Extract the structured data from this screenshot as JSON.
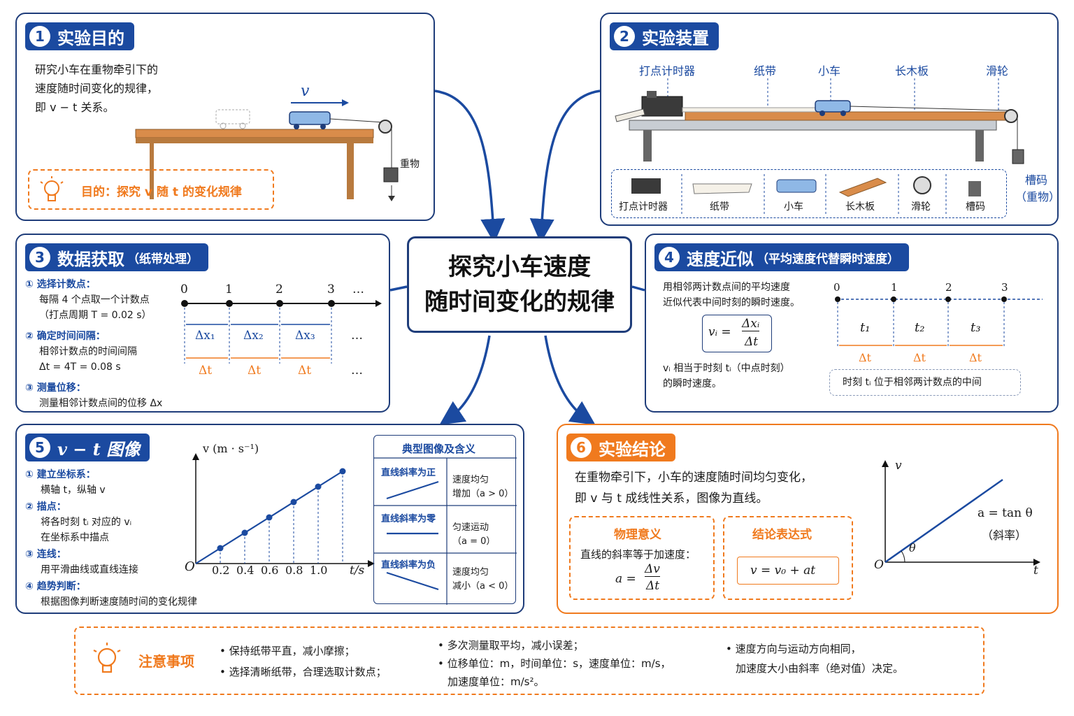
{
  "center": {
    "line1": "探究小车速度",
    "line2": "随时间变化的规律"
  },
  "s1": {
    "num": "1",
    "title": "实验目的",
    "text1": "研究小车在重物牵引下的",
    "text2": "速度随时间变化的规律，",
    "text3": "即 v − t 关系。",
    "v_label": "v",
    "weight_label": "重物",
    "goal": "目的：探究 v 随 t 的变化规律"
  },
  "s2": {
    "num": "2",
    "title": "实验装置",
    "labels": [
      "打点计时器",
      "纸带",
      "小车",
      "长木板",
      "滑轮"
    ],
    "weight1": "槽码",
    "weight2": "（重物）",
    "parts": [
      "打点计时器",
      "纸带",
      "小车",
      "长木板",
      "滑轮",
      "槽码"
    ]
  },
  "s3": {
    "num": "3",
    "title": "数据获取",
    "sub": "（纸带处理）",
    "h1": "① 选择计数点：",
    "t1a": "每隔 4 个点取一个计数点",
    "t1b": "（打点周期 T = 0.02 s）",
    "h2": "② 确定时间间隔：",
    "t2a": "相邻计数点的时间间隔",
    "t2b": "Δt = 4T = 0.08 s",
    "h3": "③ 测量位移：",
    "t3a": "测量相邻计数点间的位移 Δx",
    "ticks": [
      "0",
      "1",
      "2",
      "3",
      "…"
    ],
    "dx": [
      "Δx₁",
      "Δx₂",
      "Δx₃",
      "…"
    ],
    "dt": [
      "Δt",
      "Δt",
      "Δt",
      "…"
    ]
  },
  "s4": {
    "num": "4",
    "title": "速度近似",
    "sub": "（平均速度代替瞬时速度）",
    "t1": "用相邻两计数点间的平均速度",
    "t2": "近似代表中间时刻的瞬时速度。",
    "f_left": "vᵢ =",
    "f_num": "Δxᵢ",
    "f_den": "Δt",
    "t3": "vᵢ 相当于时刻 tᵢ（中点时刻）",
    "t4": "的瞬时速度。",
    "ticks": [
      "0",
      "1",
      "2",
      "3"
    ],
    "tl": [
      "t₁",
      "t₂",
      "t₃"
    ],
    "dt": [
      "Δt",
      "Δt",
      "Δt"
    ],
    "note": "时刻 tᵢ 位于相邻两计数点的中间"
  },
  "s5": {
    "num": "5",
    "title": "v − t 图像",
    "h1": "① 建立坐标系：",
    "t1": "横轴 t，纵轴 v",
    "h2": "② 描点：",
    "t2a": "将各时刻 tᵢ 对应的 vᵢ",
    "t2b": "在坐标系中描点",
    "h3": "③ 连线：",
    "t3": "用平滑曲线或直线连接",
    "h4": "④ 趋势判断：",
    "t4": "根据图像判断速度随时间的变化规律",
    "ylabel": "v (m · s⁻¹)",
    "xlabel": "t/s",
    "origin": "O",
    "xticks": [
      "0.2",
      "0.4",
      "0.6",
      "0.8",
      "1.0"
    ],
    "table_title": "典型图像及含义",
    "rows": [
      {
        "k": "直线斜率为正",
        "a": "速度均匀",
        "b": "增加（a > 0）"
      },
      {
        "k": "直线斜率为零",
        "a": "匀速运动",
        "b": "（a = 0）"
      },
      {
        "k": "直线斜率为负",
        "a": "速度均匀",
        "b": "减小（a < 0）"
      }
    ]
  },
  "s6": {
    "num": "6",
    "title": "实验结论",
    "t1": "在重物牵引下，小车的速度随时间均匀变化，",
    "t2": "即 v 与 t 成线性关系，图像为直线。",
    "m_title": "物理意义",
    "m_text": "直线的斜率等于加速度：",
    "m_left": "a =",
    "m_num": "Δv",
    "m_den": "Δt",
    "c_title": "结论表达式",
    "c_formula": "v = v₀ + at",
    "axis_v": "v",
    "axis_t": "t",
    "origin": "O",
    "theta": "θ",
    "slope1": "a = tan θ",
    "slope2": "（斜率）"
  },
  "notes": {
    "title": "注意事项",
    "items": [
      "• 保持纸带平直，减小摩擦；",
      "• 选择清晰纸带，合理选取计数点；",
      "• 多次测量取平均，减小误差；",
      "• 位移单位：m，时间单位：s，速度单位：m/s，",
      "加速度单位：m/s²。",
      "• 速度方向与运动方向相同，",
      "加速度大小由斜率（绝对值）决定。"
    ]
  },
  "chart_data": {
    "type": "scatter",
    "title": "",
    "xlabel": "t/s",
    "ylabel": "v (m · s⁻¹)",
    "x": [
      0.2,
      0.4,
      0.6,
      0.8,
      1.0,
      1.2
    ],
    "y": [
      1,
      2,
      3,
      4,
      5,
      6
    ],
    "xticks": [
      "0.2",
      "0.4",
      "0.6",
      "0.8",
      "1.0"
    ],
    "fit": "line through origin",
    "grid": false
  }
}
